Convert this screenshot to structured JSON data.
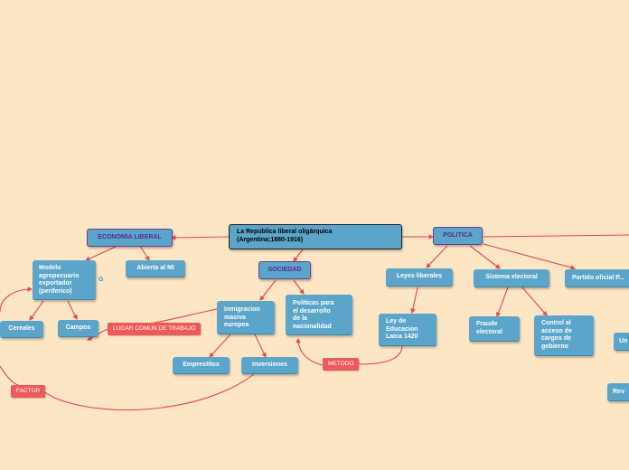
{
  "colors": {
    "background": "#fde6c4",
    "node": "#5aa5c9",
    "main_border": "#6a3b94",
    "main_text": "#5a2a8c",
    "link": "#e5484d",
    "tag": "#ee5a5a"
  },
  "root": {
    "line1": "La República liberal oligárquica",
    "line2": "(Argentina;1880-1916)"
  },
  "main_topics": {
    "economia": "ECONOMIA LIBERAL",
    "sociedad": "SOCIEDAD",
    "politica": "POLITICA"
  },
  "economia": {
    "modelo": [
      "Modelo",
      "agropecuario",
      "exportador",
      "(periferico)"
    ],
    "abierta": "Abierta al MI",
    "cereales": "Cereales",
    "campos": "Campos",
    "google_icon": "G"
  },
  "sociedad": {
    "inmigracion": [
      "Inmigracion",
      "masiva",
      "europea"
    ],
    "politicas": [
      "Politicas para",
      "el desarrollo",
      "de la",
      "nacionalidad"
    ],
    "emprestitos": "Emprestitos",
    "inversiones": "Inversiones"
  },
  "politica": {
    "leyes": "Leyes liberales",
    "ley1420": [
      "Ley de",
      "Educacion",
      "Laica 1420"
    ],
    "sistema": "Sistema electoral",
    "fraude": [
      "Fraude",
      "electoral"
    ],
    "control": [
      "Control al",
      "acceso de",
      "cargos de",
      "gobierno"
    ],
    "partido": "Partido oficial P...",
    "partial_un": "Un",
    "partial_rev": "Rev"
  },
  "tags": {
    "lugar": "LUGAR COMUN DE TRABAJO",
    "metodo": "METODO",
    "factor": "FACTOR"
  }
}
